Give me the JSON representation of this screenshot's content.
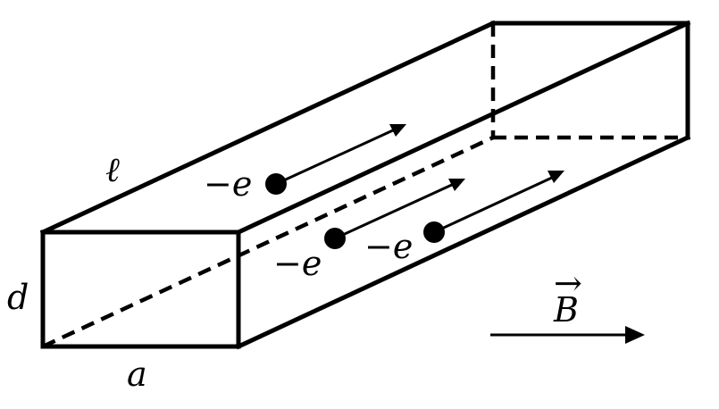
{
  "labels": {
    "length": "ℓ",
    "depth": "d",
    "width": "a",
    "field_vector_arrow": "→",
    "field": "B"
  },
  "electrons": [
    {
      "charge_label": "−e"
    },
    {
      "charge_label": "−e"
    },
    {
      "charge_label": "−e"
    }
  ]
}
